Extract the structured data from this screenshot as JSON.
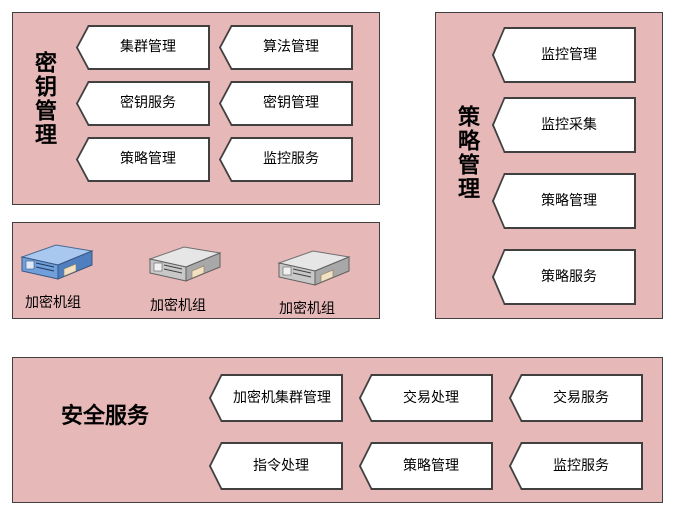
{
  "key_panel": {
    "title": "密钥管理",
    "items": [
      "集群管理",
      "算法管理",
      "密钥服务",
      "密钥管理",
      "策略管理",
      "监控服务"
    ]
  },
  "crypto_panel": {
    "machines": [
      {
        "label": "加密机组",
        "icon": "server-icon-blue"
      },
      {
        "label": "加密机组",
        "icon": "server-icon-gray"
      },
      {
        "label": "加密机组",
        "icon": "server-icon-gray"
      }
    ]
  },
  "policy_panel": {
    "title": "策略管理",
    "items": [
      "监控管理",
      "监控采集",
      "策略管理",
      "策略服务"
    ]
  },
  "security_panel": {
    "title": "安全服务",
    "items": [
      "加密机集群管理",
      "交易处理",
      "交易服务",
      "指令处理",
      "策略管理",
      "监控服务"
    ]
  },
  "colors": {
    "panel_fill": "#e6b9b8",
    "panel_border": "#404040",
    "tag_fill": "#ffffff",
    "server_blue": "#6fa0dc",
    "server_gray": "#c8c8c8"
  }
}
